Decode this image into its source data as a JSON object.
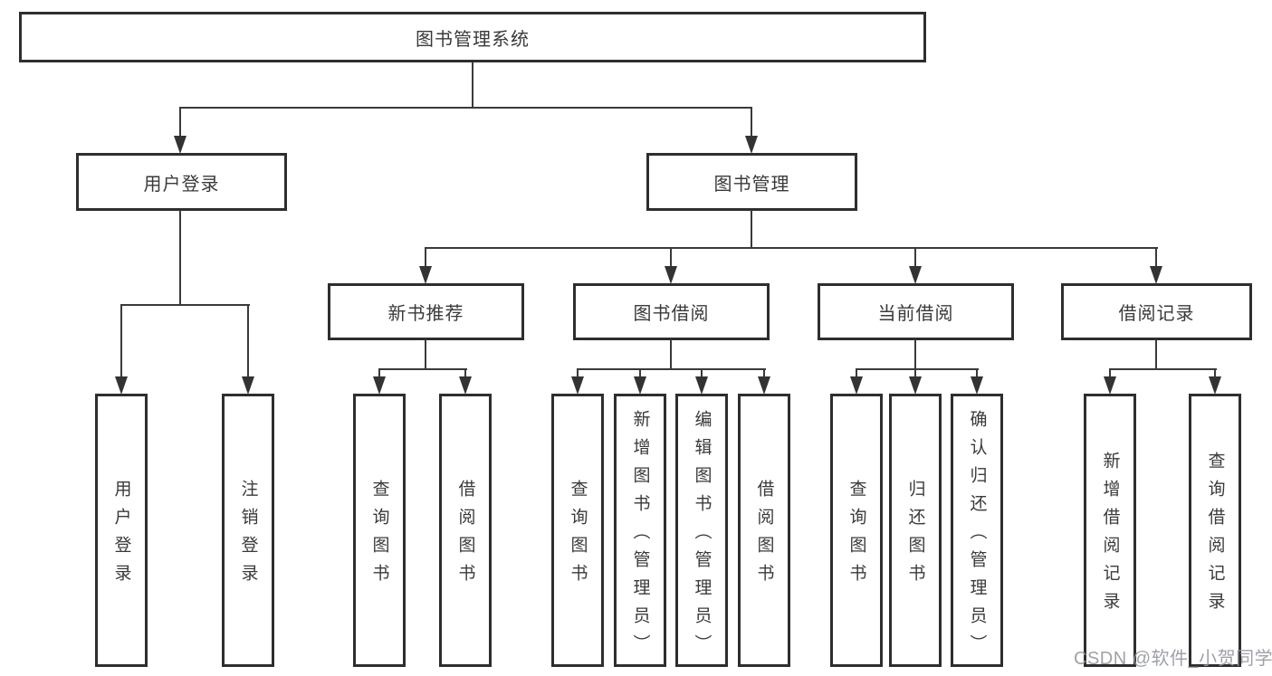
{
  "diagram": {
    "title": "图书管理系统",
    "level2": [
      {
        "id": "user-login",
        "label": "用户登录"
      },
      {
        "id": "book-management",
        "label": "图书管理"
      }
    ],
    "level3": [
      {
        "id": "new-book-recommend",
        "label": "新书推荐"
      },
      {
        "id": "book-borrow",
        "label": "图书借阅"
      },
      {
        "id": "current-borrow",
        "label": "当前借阅"
      },
      {
        "id": "borrow-records",
        "label": "借阅记录"
      }
    ],
    "leaves": {
      "user_login": [
        "用户登录",
        "注销登录"
      ],
      "new_book_recommend": [
        "查询图书",
        "借阅图书"
      ],
      "book_borrow": [
        "查询图书",
        "新增图书（管理员）",
        "编辑图书（管理员）",
        "借阅图书"
      ],
      "current_borrow": [
        "查询图书",
        "归还图书",
        "确认归还（管理员）"
      ],
      "borrow_records": [
        "新增借阅记录",
        "查询借阅记录"
      ]
    }
  },
  "watermark": "CSDN @软件_小贺同学",
  "colors": {
    "line": "#3a3a3a",
    "box_border": "#2e2e2e",
    "text": "#3a3a3a",
    "watermark": "#94989e",
    "background": "#ffffff"
  }
}
